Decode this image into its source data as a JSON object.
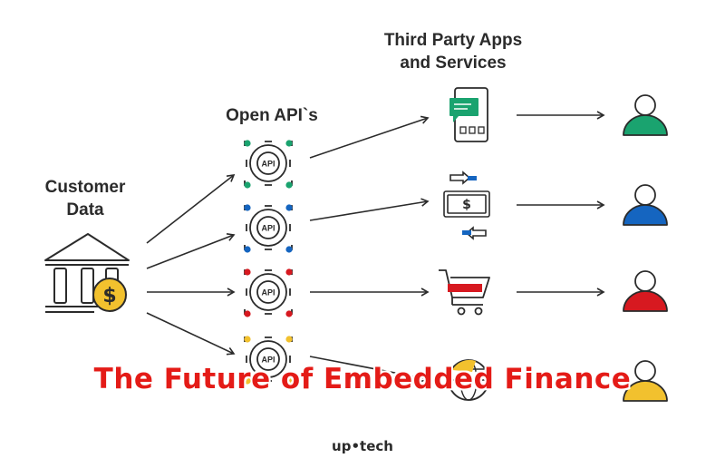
{
  "labels": {
    "customer_data": "Customer Data",
    "open_apis": "Open API`s",
    "third_party": "Third Party Apps and Services"
  },
  "api_badge_text": "API",
  "currency_symbol": "$",
  "headline": "The Future of Embedded Finance",
  "brand": "up•tech",
  "colors": {
    "row1": "#1aa36f",
    "row2": "#1565c0",
    "row3": "#d71920",
    "row4": "#f2c12e",
    "headline": "#e41b17",
    "ink": "#2b2b2b"
  },
  "icons": {
    "source": "bank-dollar-icon",
    "apis": [
      "api-gear-icon",
      "api-gear-icon",
      "api-gear-icon",
      "api-gear-icon"
    ],
    "services": [
      "chat-phone-icon",
      "money-transfer-icon",
      "shopping-cart-icon",
      "globe-icon"
    ],
    "users": [
      "user-icon",
      "user-icon",
      "user-icon",
      "user-icon"
    ]
  }
}
